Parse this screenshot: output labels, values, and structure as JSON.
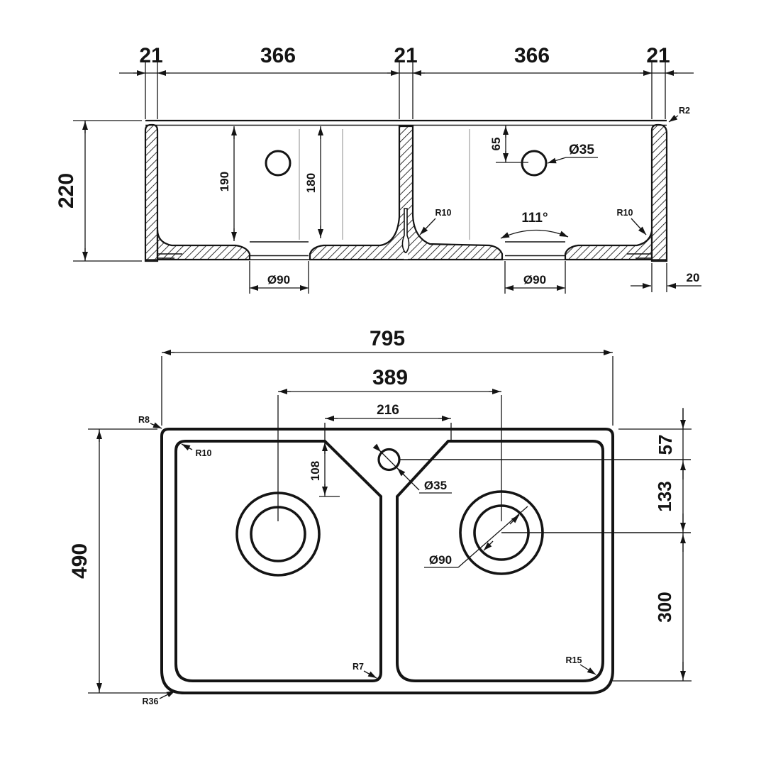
{
  "drawing": {
    "type": "technical-drawing",
    "subject": "double-bowl undermount sink, section and plan views",
    "colors": {
      "line": "#141414",
      "faint_projection": "#a6a6a6",
      "background": "#ffffff"
    }
  },
  "section": {
    "dim_rim_left": "21",
    "dim_bowl_left": "366",
    "dim_divider": "21",
    "dim_bowl_right": "366",
    "dim_rim_right": "21",
    "dim_height": "220",
    "dim_depth_left": "190",
    "dim_depth_mid": "180",
    "dim_faucet_offset": "65",
    "label_faucet_hole": "Ø35",
    "label_corner_radius_top": "R2",
    "label_divider_fillet": "R10",
    "label_drain_angle": "111°",
    "label_right_fillet": "R10",
    "dim_drain_left": "Ø90",
    "dim_drain_right": "Ø90",
    "dim_base_width": "20"
  },
  "plan": {
    "dim_width": "795",
    "dim_drain_span": "389",
    "dim_deck_width": "216",
    "dim_deck_depth": "108",
    "dim_depth": "490",
    "label_outer_corner_top": "R8",
    "label_bowl_corner": "R10",
    "label_faucet_hole": "Ø35",
    "label_drain": "Ø90",
    "dim_top_to_faucet": "57",
    "dim_faucet_to_drain": "133",
    "dim_drain_to_bottom": "300",
    "label_left_bowl_fillet": "R7",
    "label_right_bowl_fillet": "R15",
    "label_outer_corner_bottom": "R36"
  }
}
